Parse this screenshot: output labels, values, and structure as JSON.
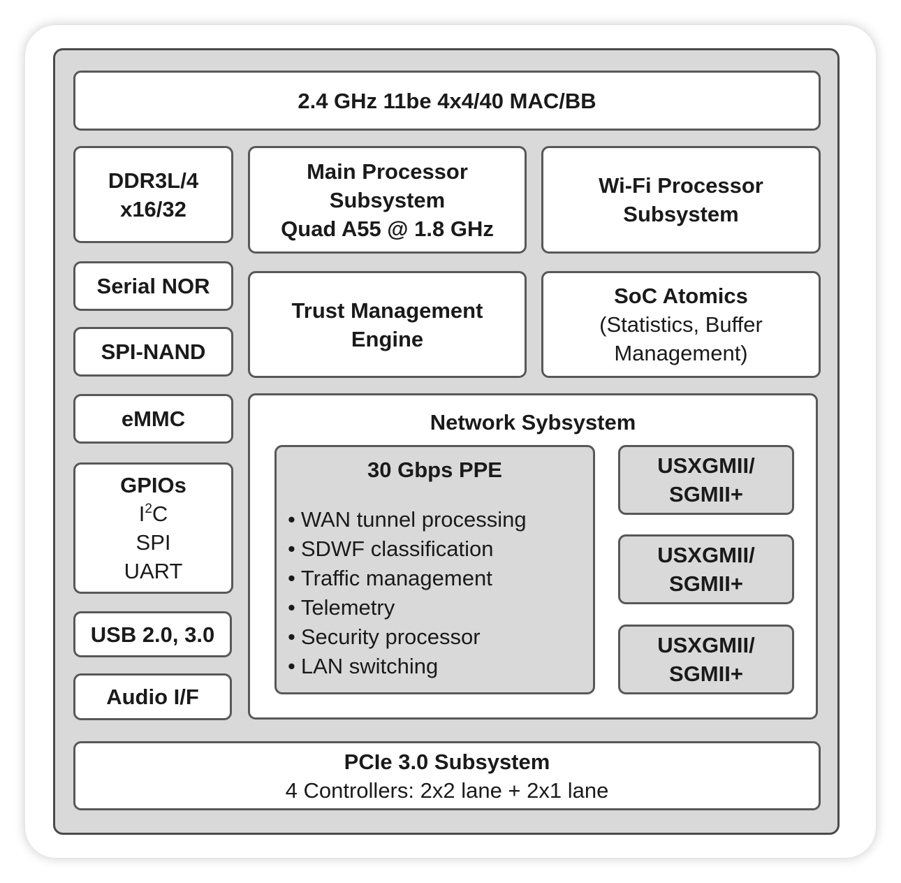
{
  "mac_bb": "2.4 GHz 11be 4x4/40 MAC/BB",
  "ddr": {
    "line1": "DDR3L/4",
    "line2": "x16/32"
  },
  "main_processor": {
    "line1": "Main Processor",
    "line2": "Subsystem",
    "line3": "Quad A55 @ 1.8 GHz"
  },
  "wifi_processor": {
    "line1": "Wi-Fi Processor",
    "line2": "Subsystem"
  },
  "serial_nor": "Serial NOR",
  "spi_nand": "SPI-NAND",
  "trust_engine": {
    "line1": "Trust Management",
    "line2": "Engine"
  },
  "soc_atomics": {
    "title": "SoC Atomics",
    "line2": "(Statistics, Buffer",
    "line3": "Management)"
  },
  "emmc": "eMMC",
  "gpios": {
    "title": "GPIOs",
    "i2c_base": "I",
    "i2c_sup": "2",
    "i2c_tail": "C",
    "spi": "SPI",
    "uart": "UART"
  },
  "usb": "USB 2.0, 3.0",
  "audio": "Audio I/F",
  "network": {
    "title": "Network Sybsystem",
    "ppe_title": "30 Gbps PPE",
    "ppe_items": [
      "WAN tunnel processing",
      "SDWF classification",
      "Traffic management",
      "Telemetry",
      "Security processor",
      "LAN switching"
    ],
    "ports": [
      {
        "line1": "USXGMII/",
        "line2": "SGMII+"
      },
      {
        "line1": "USXGMII/",
        "line2": "SGMII+"
      },
      {
        "line1": "USXGMII/",
        "line2": "SGMII+"
      }
    ]
  },
  "pcie": {
    "title": "PCIe 3.0 Subsystem",
    "subtitle": "4 Controllers: 2x2 lane + 2x1 lane"
  }
}
